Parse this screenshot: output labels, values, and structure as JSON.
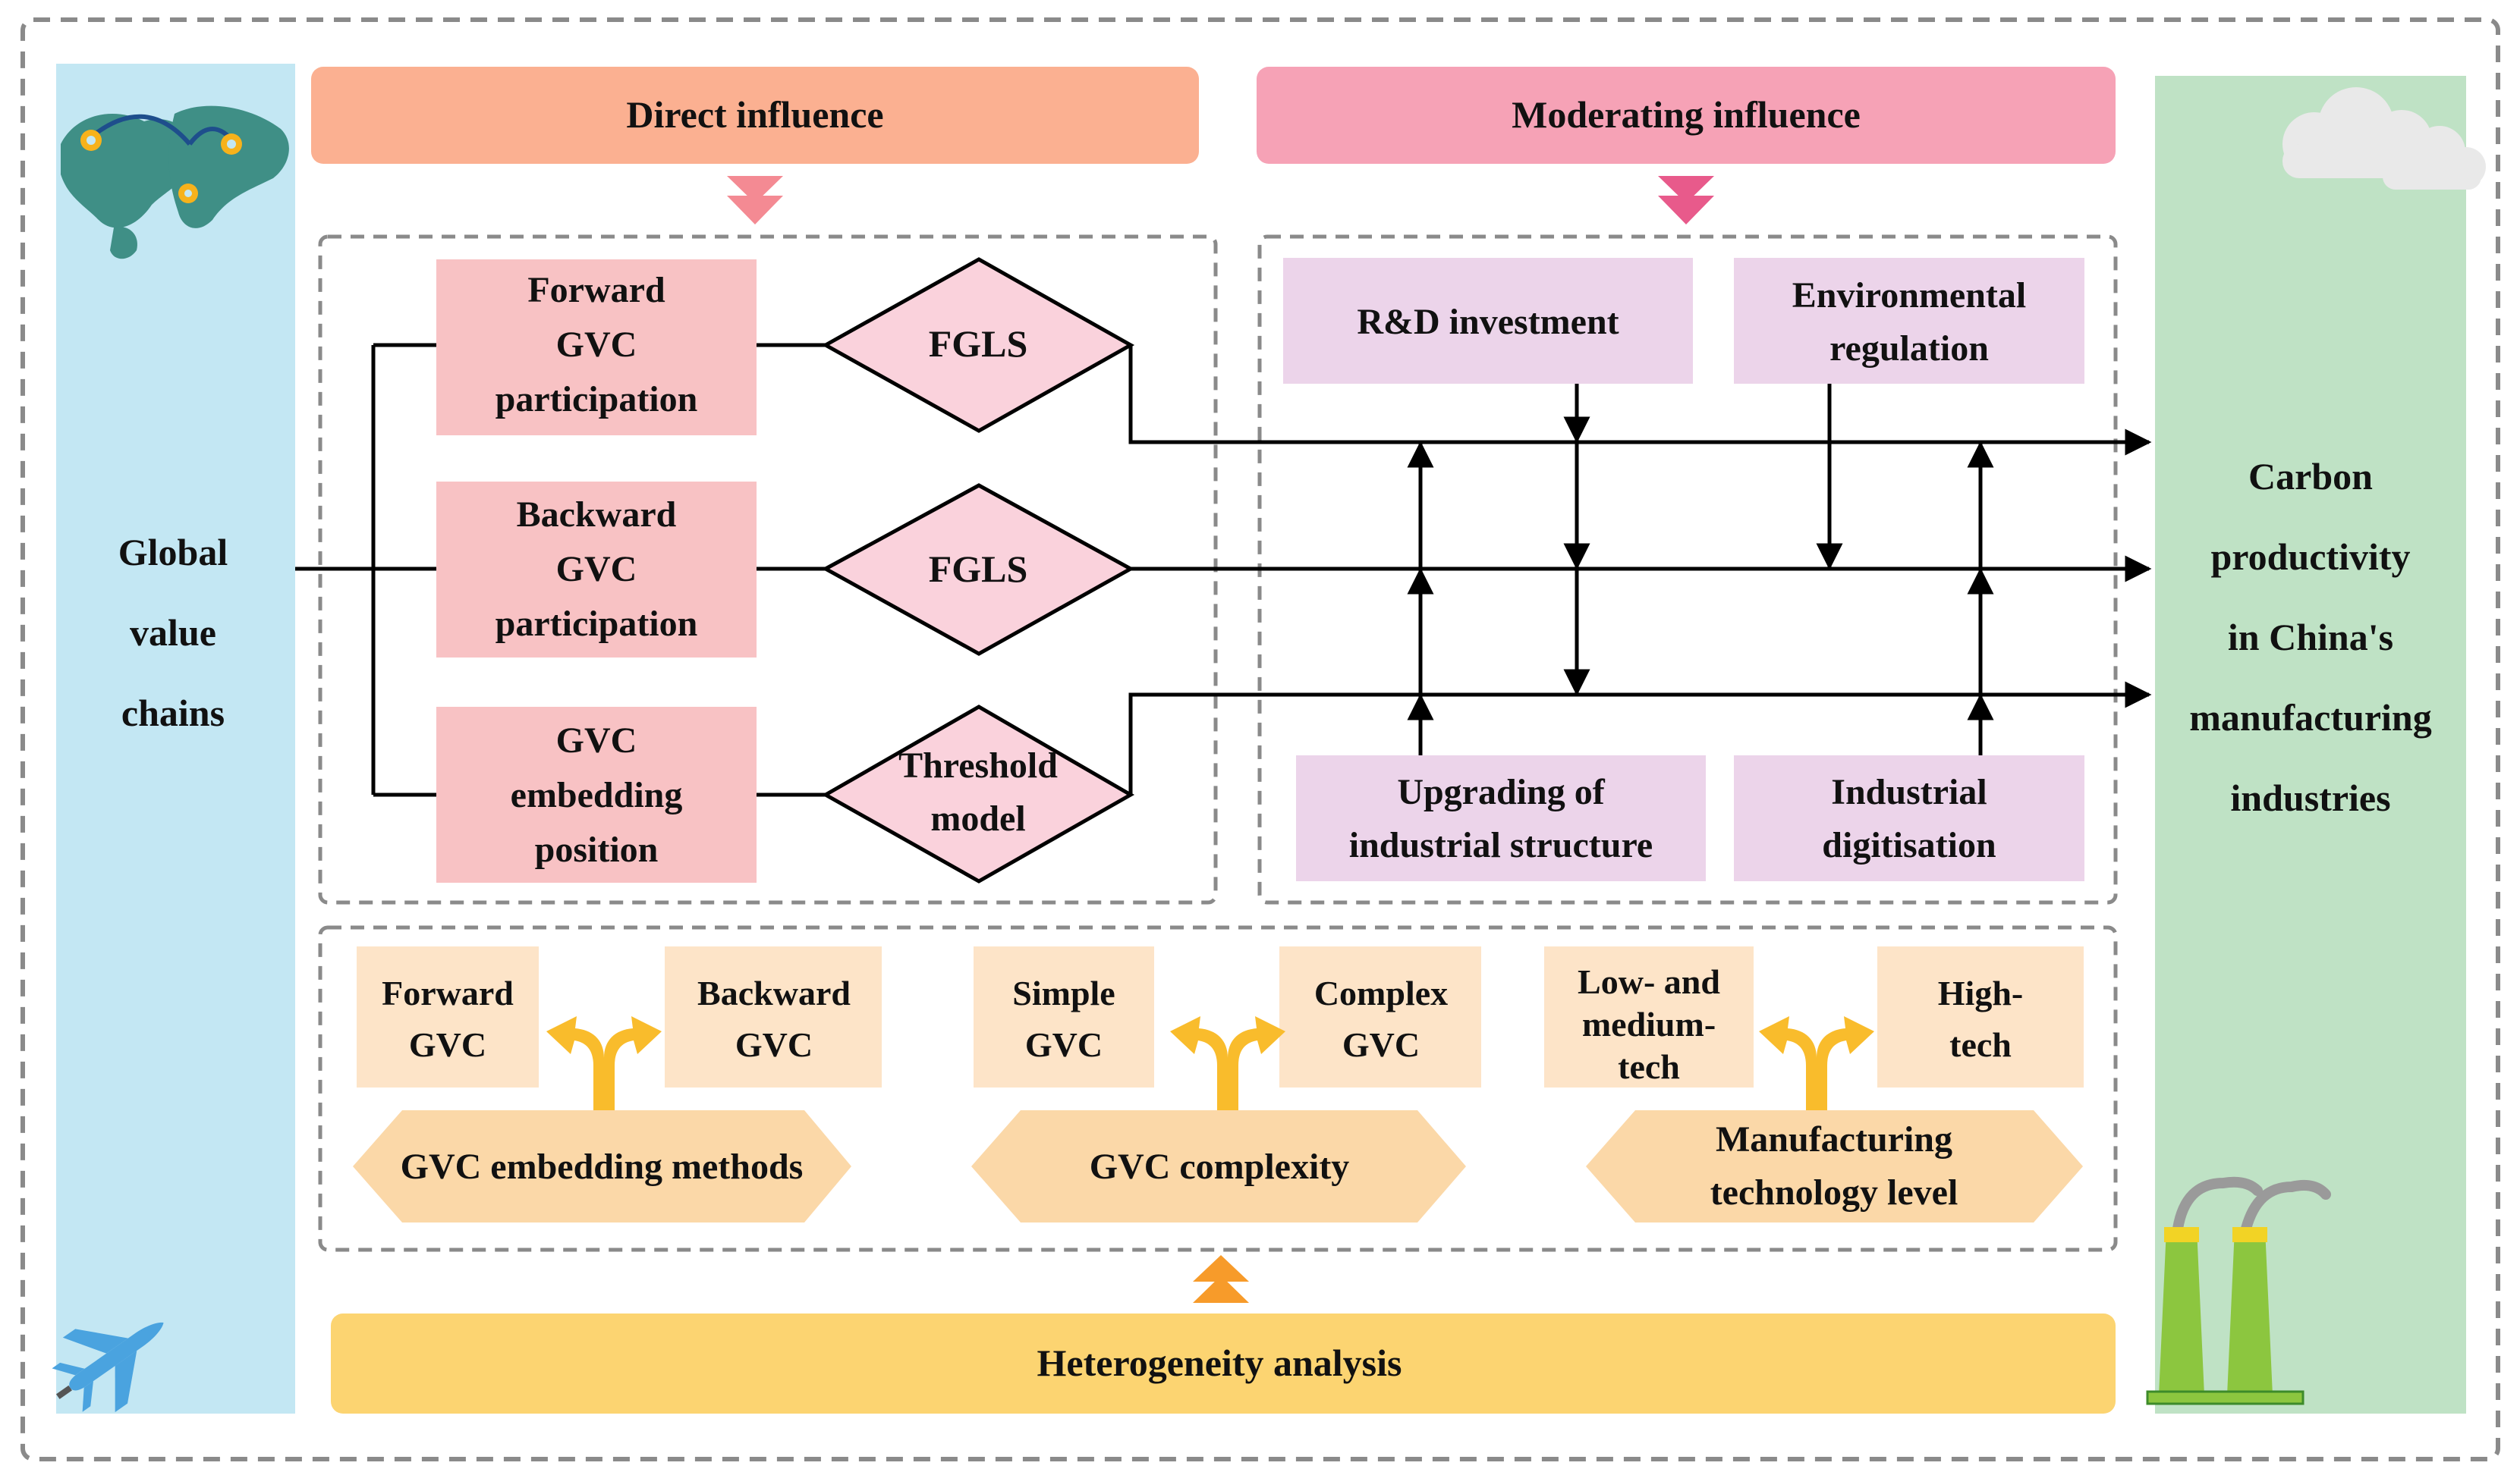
{
  "left_panel": {
    "lines": [
      "Global",
      "value",
      "chains"
    ]
  },
  "right_panel": {
    "lines": [
      "Carbon",
      "productivity",
      "in China's",
      "manufacturing",
      "industries"
    ]
  },
  "headers": {
    "direct": "Direct influence",
    "moderating": "Moderating influence"
  },
  "direct_boxes": [
    {
      "lines": [
        "Forward",
        "GVC",
        "participation"
      ],
      "method": [
        "FGLS"
      ]
    },
    {
      "lines": [
        "Backward",
        "GVC",
        "participation"
      ],
      "method": [
        "FGLS"
      ]
    },
    {
      "lines": [
        "GVC",
        "embedding",
        "position"
      ],
      "method": [
        "Threshold",
        "model"
      ]
    }
  ],
  "moderators": {
    "rd": [
      "R&D investment"
    ],
    "env": [
      "Environmental",
      "regulation"
    ],
    "upgrade": [
      "Upgrading of",
      "industrial structure"
    ],
    "digit": [
      "Industrial",
      "digitisation"
    ]
  },
  "heterogeneity": {
    "groups": [
      {
        "left": [
          "Forward",
          "GVC"
        ],
        "right": [
          "Backward",
          "GVC"
        ],
        "label": [
          "GVC embedding methods"
        ]
      },
      {
        "left": [
          "Simple",
          "GVC"
        ],
        "right": [
          "Complex",
          "GVC"
        ],
        "label": [
          "GVC complexity"
        ]
      },
      {
        "left": [
          "Low- and",
          "medium-",
          "tech"
        ],
        "right": [
          "High-",
          "tech"
        ],
        "label": [
          "Manufacturing",
          "technology level"
        ]
      }
    ],
    "bar_label": "Heterogeneity analysis"
  },
  "colors": {
    "left_panel": "#c3e7f3",
    "right_panel": "#bfe2c5",
    "direct_header": "#fbb091",
    "moderating_header": "#f6a2b6",
    "direct_box": "#f8c2c4",
    "method_diamond": "#fad2dc",
    "moderator_box": "#ecd4ea",
    "hetero_box": "#fde4c8",
    "hetero_hex": "#fbd8a8",
    "hetero_bar": "#fcd471",
    "fork_arrow": "#f9bc2c",
    "up_arrow": "#f79b2a",
    "dashed_border": "#8a8a8a"
  }
}
